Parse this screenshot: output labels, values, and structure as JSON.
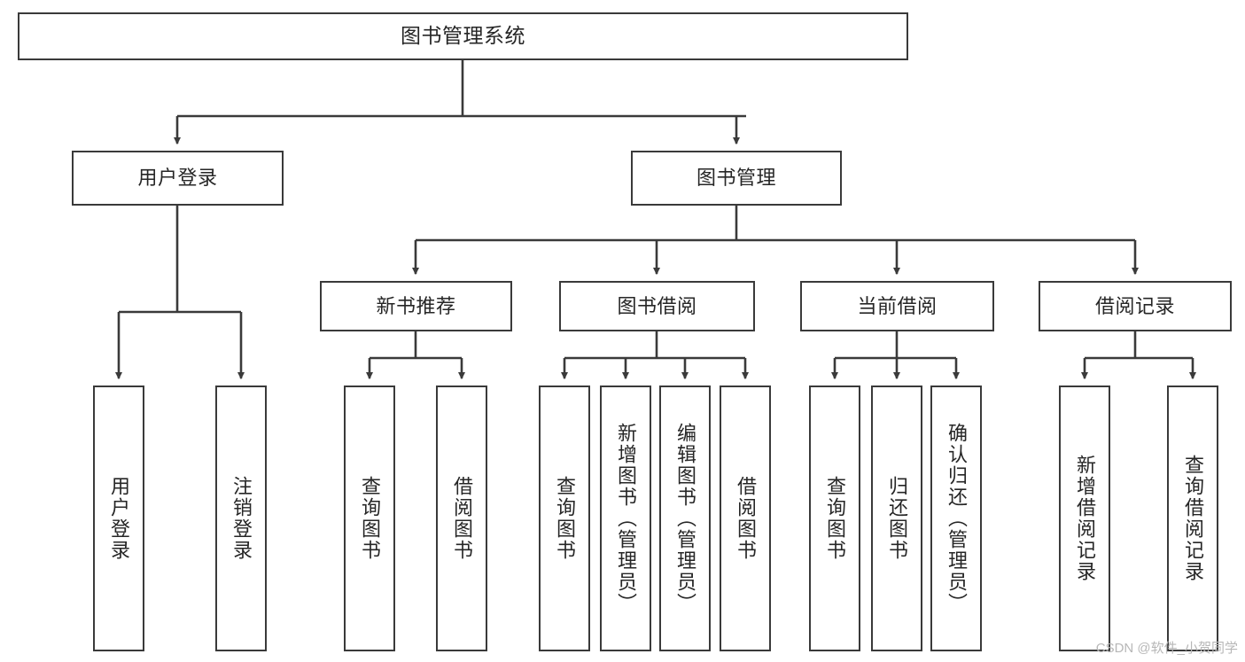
{
  "diagram": {
    "type": "tree-hierarchy",
    "title": "图书管理系统",
    "orientation": "top-down",
    "colors": {
      "stroke": "#3a3a3a",
      "fill": "#ffffff",
      "text": "#262626",
      "watermark": "#b7b7b7"
    },
    "nodes": {
      "root": {
        "label": "图书管理系统"
      },
      "level2": [
        {
          "id": "user-login",
          "label": "用户登录"
        },
        {
          "id": "book-management",
          "label": "图书管理"
        }
      ],
      "level3": [
        {
          "id": "new-book-recommend",
          "label": "新书推荐"
        },
        {
          "id": "book-borrow",
          "label": "图书借阅"
        },
        {
          "id": "current-borrow",
          "label": "当前借阅"
        },
        {
          "id": "borrow-record",
          "label": "借阅记录"
        }
      ],
      "leaves": {
        "user_login": [
          {
            "id": "leaf-user-login",
            "label": "用户登录"
          },
          {
            "id": "leaf-logout-login",
            "label": "注销登录"
          }
        ],
        "new_book_recommend": [
          {
            "id": "leaf-query-book-1",
            "label": "查询图书"
          },
          {
            "id": "leaf-borrow-book-1",
            "label": "借阅图书"
          }
        ],
        "book_borrow": [
          {
            "id": "leaf-query-book-2",
            "label": "查询图书"
          },
          {
            "id": "leaf-add-book-admin",
            "label": "新增图书（管理员）"
          },
          {
            "id": "leaf-edit-book-admin",
            "label": "编辑图书（管理员）"
          },
          {
            "id": "leaf-borrow-book-2",
            "label": "借阅图书"
          }
        ],
        "current_borrow": [
          {
            "id": "leaf-query-book-3",
            "label": "查询图书"
          },
          {
            "id": "leaf-return-book",
            "label": "归还图书"
          },
          {
            "id": "leaf-confirm-return-admin",
            "label": "确认归还（管理员）"
          }
        ],
        "borrow_record": [
          {
            "id": "leaf-add-borrow-record",
            "label": "新增借阅记录"
          },
          {
            "id": "leaf-query-borrow-record",
            "label": "查询借阅记录"
          }
        ]
      }
    }
  },
  "watermark": {
    "text": "CSDN @软件_小贺同学"
  }
}
